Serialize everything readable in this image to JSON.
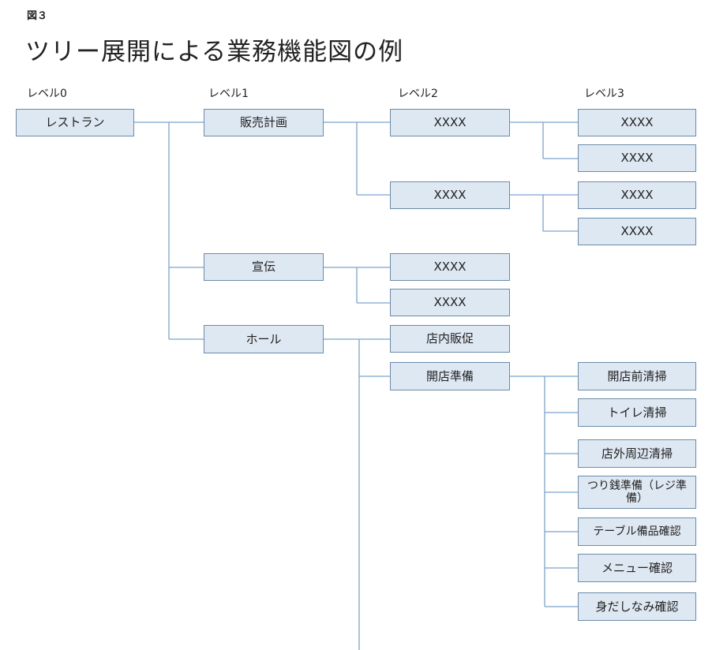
{
  "figure_label": "図３",
  "title": "ツリー展開による業務機能図の例",
  "levels": [
    "レベル0",
    "レベル1",
    "レベル2",
    "レベル3"
  ],
  "nodes": {
    "root": "レストラン",
    "l1_sales_plan": "販売計画",
    "l1_advertising": "宣伝",
    "l1_hall": "ホール",
    "l2_sp_a": "XXXX",
    "l2_sp_b": "XXXX",
    "l2_ad_a": "XXXX",
    "l2_ad_b": "XXXX",
    "l2_promo": "店内販促",
    "l2_open_prep": "開店準備",
    "l3_sp_a1": "XXXX",
    "l3_sp_a2": "XXXX",
    "l3_sp_b1": "XXXX",
    "l3_sp_b2": "XXXX",
    "l3_pre_clean": "開店前清掃",
    "l3_toilet": "トイレ清掃",
    "l3_outside": "店外周辺清掃",
    "l3_change": "つり銭準備（レジ準備）",
    "l3_table": "テーブル備品確認",
    "l3_menu": "メニュー確認",
    "l3_groom": "身だしなみ確認"
  }
}
